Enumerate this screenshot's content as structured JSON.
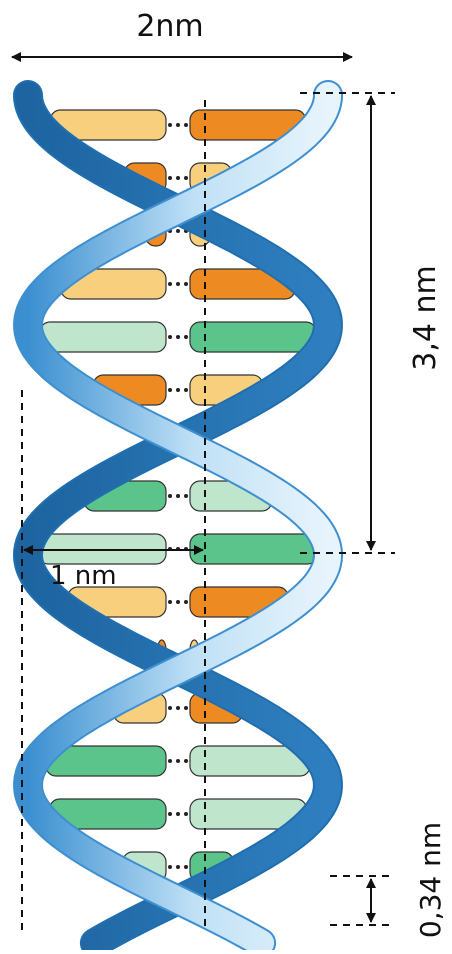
{
  "labels": {
    "width": "2nm",
    "radius": "1 nm",
    "pitch": "3,4 nm",
    "rise": "0,34 nm"
  },
  "colors": {
    "strand_dark": "#1f6fb0",
    "strand_mid": "#3e8fd0",
    "strand_light": "#cfe7f7",
    "base_orange": "#ee8a22",
    "base_yellow": "#f8cf7c",
    "base_green": "#5bc48a",
    "base_palegreen": "#bfe6cd",
    "line": "#111111"
  },
  "icons": {
    "helix": "double-helix-illustration",
    "arrows": "dimension-arrows"
  }
}
